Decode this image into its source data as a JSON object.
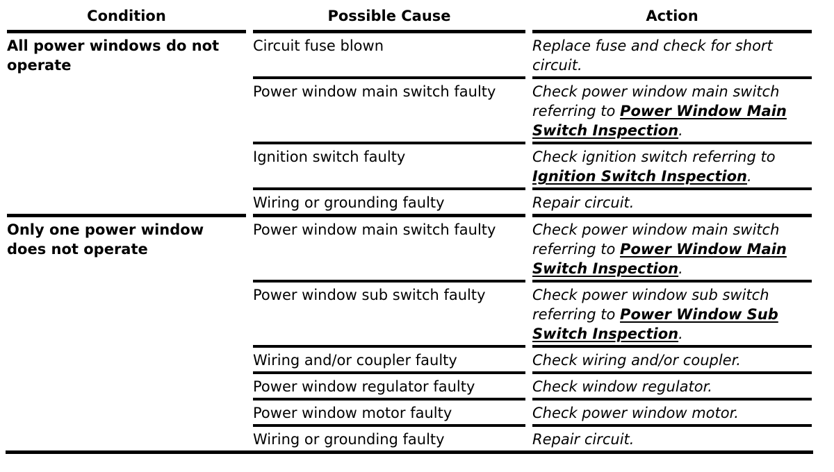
{
  "table": {
    "columns": [
      "Condition",
      "Possible Cause",
      "Action"
    ],
    "text_color": "#000000",
    "rule_color": "#000000",
    "groups": [
      {
        "condition": "All power windows do not\noperate",
        "rows": [
          {
            "cause": "Circuit fuse blown",
            "action": [
              {
                "t": "Replace fuse and check for short circuit.",
                "s": "italic"
              }
            ]
          },
          {
            "cause": "Power window main switch faulty",
            "action": [
              {
                "t": "Check power window main switch referring to ",
                "s": "italic"
              },
              {
                "t": "Power Window Main Switch Inspection",
                "s": "link"
              },
              {
                "t": ".",
                "s": "italic"
              }
            ]
          },
          {
            "cause": "Ignition switch faulty",
            "action": [
              {
                "t": "Check ignition switch referring to ",
                "s": "italic"
              },
              {
                "t": "Ignition Switch Inspection",
                "s": "link"
              },
              {
                "t": ".",
                "s": "italic"
              }
            ]
          },
          {
            "cause": "Wiring or grounding faulty",
            "action": [
              {
                "t": "Repair circuit.",
                "s": "italic"
              }
            ]
          }
        ]
      },
      {
        "condition": "Only one power window\ndoes not operate",
        "rows": [
          {
            "cause": "Power window main switch faulty",
            "action": [
              {
                "t": "Check power window main switch referring to ",
                "s": "italic"
              },
              {
                "t": "Power Window Main Switch Inspection",
                "s": "link"
              },
              {
                "t": ".",
                "s": "italic"
              }
            ]
          },
          {
            "cause": "Power window sub switch faulty",
            "action": [
              {
                "t": "Check power window sub switch referring to ",
                "s": "italic"
              },
              {
                "t": "Power Window Sub Switch Inspection",
                "s": "link"
              },
              {
                "t": ".",
                "s": "italic"
              }
            ]
          },
          {
            "cause": "Wiring and/or coupler faulty",
            "action": [
              {
                "t": "Check wiring and/or coupler.",
                "s": "italic"
              }
            ]
          },
          {
            "cause": "Power window regulator faulty",
            "action": [
              {
                "t": "Check window regulator.",
                "s": "italic"
              }
            ]
          },
          {
            "cause": "Power window motor faulty",
            "action": [
              {
                "t": "Check power window motor.",
                "s": "italic"
              }
            ]
          },
          {
            "cause": "Wiring or grounding faulty",
            "action": [
              {
                "t": "Repair circuit.",
                "s": "italic"
              }
            ]
          }
        ]
      }
    ]
  }
}
